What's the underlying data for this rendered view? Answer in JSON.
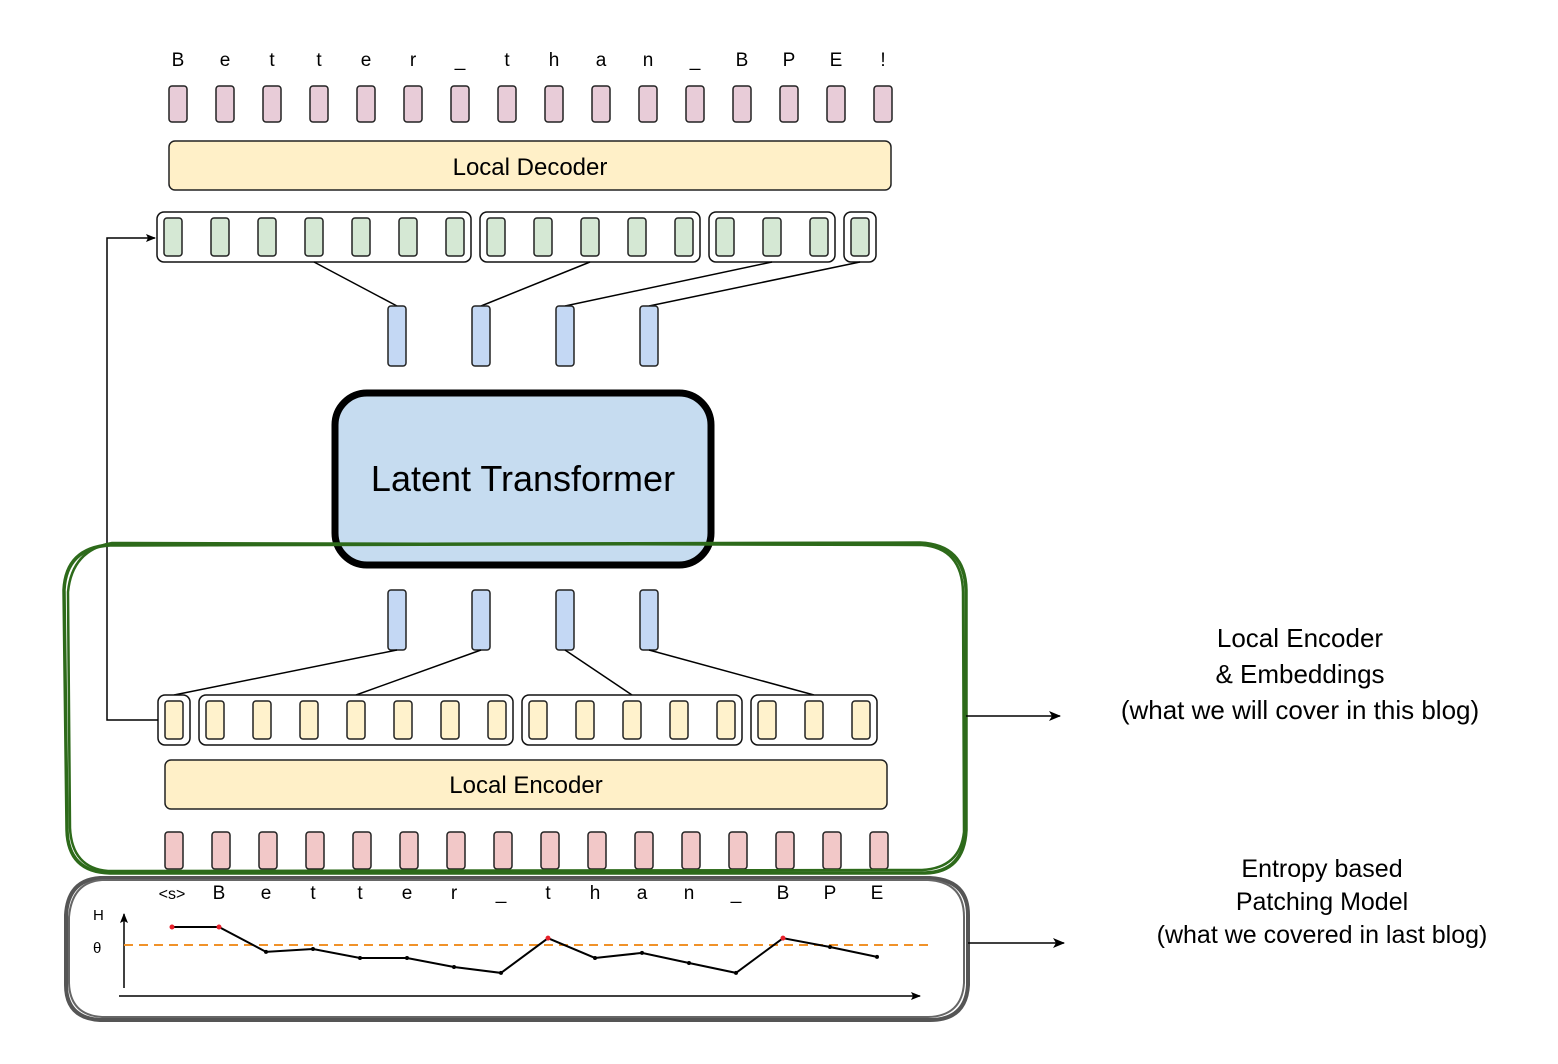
{
  "diagram": {
    "output_characters": [
      "B",
      "e",
      "t",
      "t",
      "e",
      "r",
      "_",
      "t",
      "h",
      "a",
      "n",
      "_",
      "B",
      "P",
      "E",
      "!"
    ],
    "input_characters": [
      "<s>",
      "B",
      "e",
      "t",
      "t",
      "e",
      "r",
      "_",
      "t",
      "h",
      "a",
      "n",
      "_",
      "B",
      "P",
      "E"
    ],
    "local_decoder_label": "Local Decoder",
    "local_encoder_label": "Local Encoder",
    "latent_transformer_label": "Latent Transformer",
    "decoder_patch_group_sizes": [
      7,
      5,
      3,
      1
    ],
    "encoder_patch_group_sizes": [
      1,
      7,
      5,
      3
    ],
    "latent_patch_count": 4,
    "annotations": {
      "encoder": {
        "lines": [
          "Local Encoder",
          "& Embeddings",
          "(what we will cover in this blog)"
        ]
      },
      "patcher": {
        "lines": [
          "Entropy based",
          "Patching Model",
          "(what we covered in last blog)"
        ]
      }
    },
    "entropy_plot": {
      "y_axis_label": "H",
      "threshold_label": "θ",
      "threshold": 0.0,
      "entropy_values": [
        1.0,
        1.0,
        -0.38,
        -0.22,
        -0.72,
        -0.72,
        -1.22,
        -1.55,
        0.38,
        -0.72,
        -0.44,
        -1.0,
        -1.55,
        0.38,
        -0.11,
        -0.66
      ],
      "above_threshold_indices": [
        0,
        1,
        8,
        13
      ]
    },
    "colors": {
      "output_token": "#e8ccd8",
      "input_token": "#f2c8c8",
      "decoder_token": "#d5e8d4",
      "encoder_token": "#fff2cc",
      "latent_token": "#c4d8f4",
      "transformer_fill": "#c6dcf0",
      "block_fill": "#fff0c8",
      "highlight_border": "#2d6a1a",
      "patcher_border": "#555555",
      "threshold_line": "#f0922a",
      "peak_point": "#e8202a"
    }
  }
}
